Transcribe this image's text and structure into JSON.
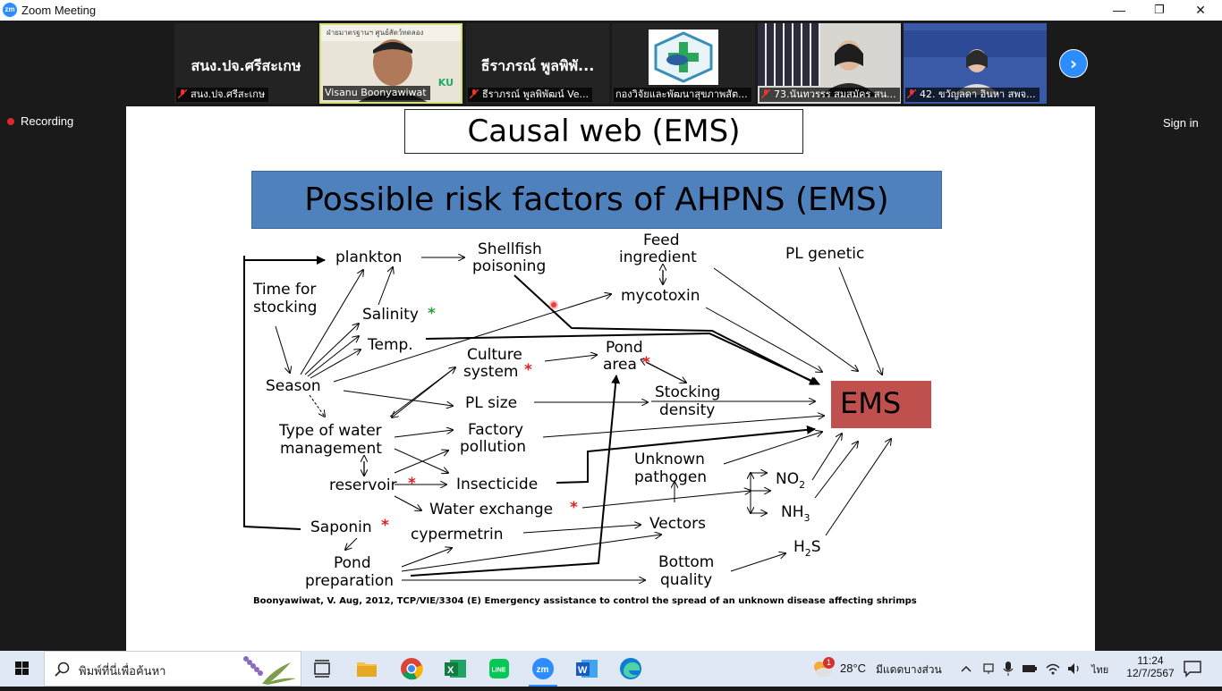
{
  "window": {
    "logo_text": "zm",
    "title": "Zoom Meeting",
    "minimize": "—",
    "restore": "❐",
    "close": "✕"
  },
  "participants": [
    {
      "big_name": "สนง.ปจ.ศรีสะเกษ",
      "label": "สนง.ปจ.ศรีสะเกษ",
      "muted": true,
      "video": false
    },
    {
      "big_name": "",
      "label": "Visanu Boonyawiwat",
      "muted": false,
      "video": true,
      "banner": "ฝ่ายมาตรฐานฯ ศูนย์สัตว์ทดลอง",
      "logo": "KU"
    },
    {
      "big_name": "ธีราภรณ์ พูลพิพั...",
      "label": "ธีราภรณ์ พูลพิพัฒน์ Ve...",
      "muted": true,
      "video": false
    },
    {
      "big_name": "",
      "label": "กองวิจัยและพัฒนาสุขภาพสัต...",
      "muted": false,
      "video": false
    },
    {
      "big_name": "",
      "label": "73.นันทวรรร สมสมัคร สน...",
      "muted": true,
      "video": true
    },
    {
      "big_name": "",
      "label": "42. ขวัญลดา อินหา สพจ...",
      "muted": true,
      "video": true
    }
  ],
  "next_page_icon": "›",
  "recording_label": "Recording",
  "sign_in_label": "Sign in",
  "slide": {
    "title": "Causal web (EMS)",
    "banner": "Possible risk factors of AHPNS (EMS)",
    "nodes": {
      "plankton": "plankton",
      "shellfish_1": "Shellfish",
      "shellfish_2": "poisoning",
      "feed_1": "Feed",
      "feed_2": "ingredient",
      "pl_genetic": "PL genetic",
      "time_1": "Time for",
      "time_2": "stocking",
      "salinity": "Salinity",
      "mycotoxin": "mycotoxin",
      "temp": "Temp.",
      "culture_1": "Culture",
      "culture_2": "system",
      "pond_area_1": "Pond",
      "pond_area_2": "area",
      "season": "Season",
      "stocking_1": "Stocking",
      "stocking_2": "density",
      "pl_size": "PL size",
      "ems": "EMS",
      "water_mgmt_1": "Type of water",
      "water_mgmt_2": "management",
      "factory_1": "Factory",
      "factory_2": "pollution",
      "unknown_1": "Unknown",
      "unknown_2": "pathogen",
      "reservoir": "reservoir",
      "insecticide": "Insecticide",
      "no2": "NO",
      "no2_sub": "2",
      "water_exchange": "Water exchange",
      "nh3": "NH",
      "nh3_sub": "3",
      "saponin": "Saponin",
      "vectors": "Vectors",
      "cypermetrin": "cypermetrin",
      "pond_prep_1": "Pond",
      "pond_prep_2": "preparation",
      "bottom_1": "Bottom",
      "bottom_2": "quality",
      "h2s_h": "H",
      "h2s_sub": "2",
      "h2s_s": "S",
      "star": "*"
    },
    "citation": "Boonyawiwat, V. Aug, 2012, TCP/VIE/3304 (E) Emergency assistance to control the spread of an unknown disease affecting shrimps"
  },
  "taskbar": {
    "search_placeholder": "พิมพ์ที่นี่เพื่อค้นหา",
    "apps": [
      "task-view",
      "file-explorer",
      "chrome",
      "excel",
      "line",
      "zoom",
      "word",
      "edge"
    ],
    "weather_badge": "1",
    "weather": "28°C",
    "weather_desc": "มีแดดบางส่วน",
    "language": "ไทย",
    "time": "11:24",
    "date": "12/7/2567"
  },
  "colors": {
    "zoom_blue": "#2d8cff",
    "ems_box": "#c0504d",
    "banner": "#4f81bd",
    "star_red": "#e02020",
    "star_green": "#2e9e3e"
  }
}
